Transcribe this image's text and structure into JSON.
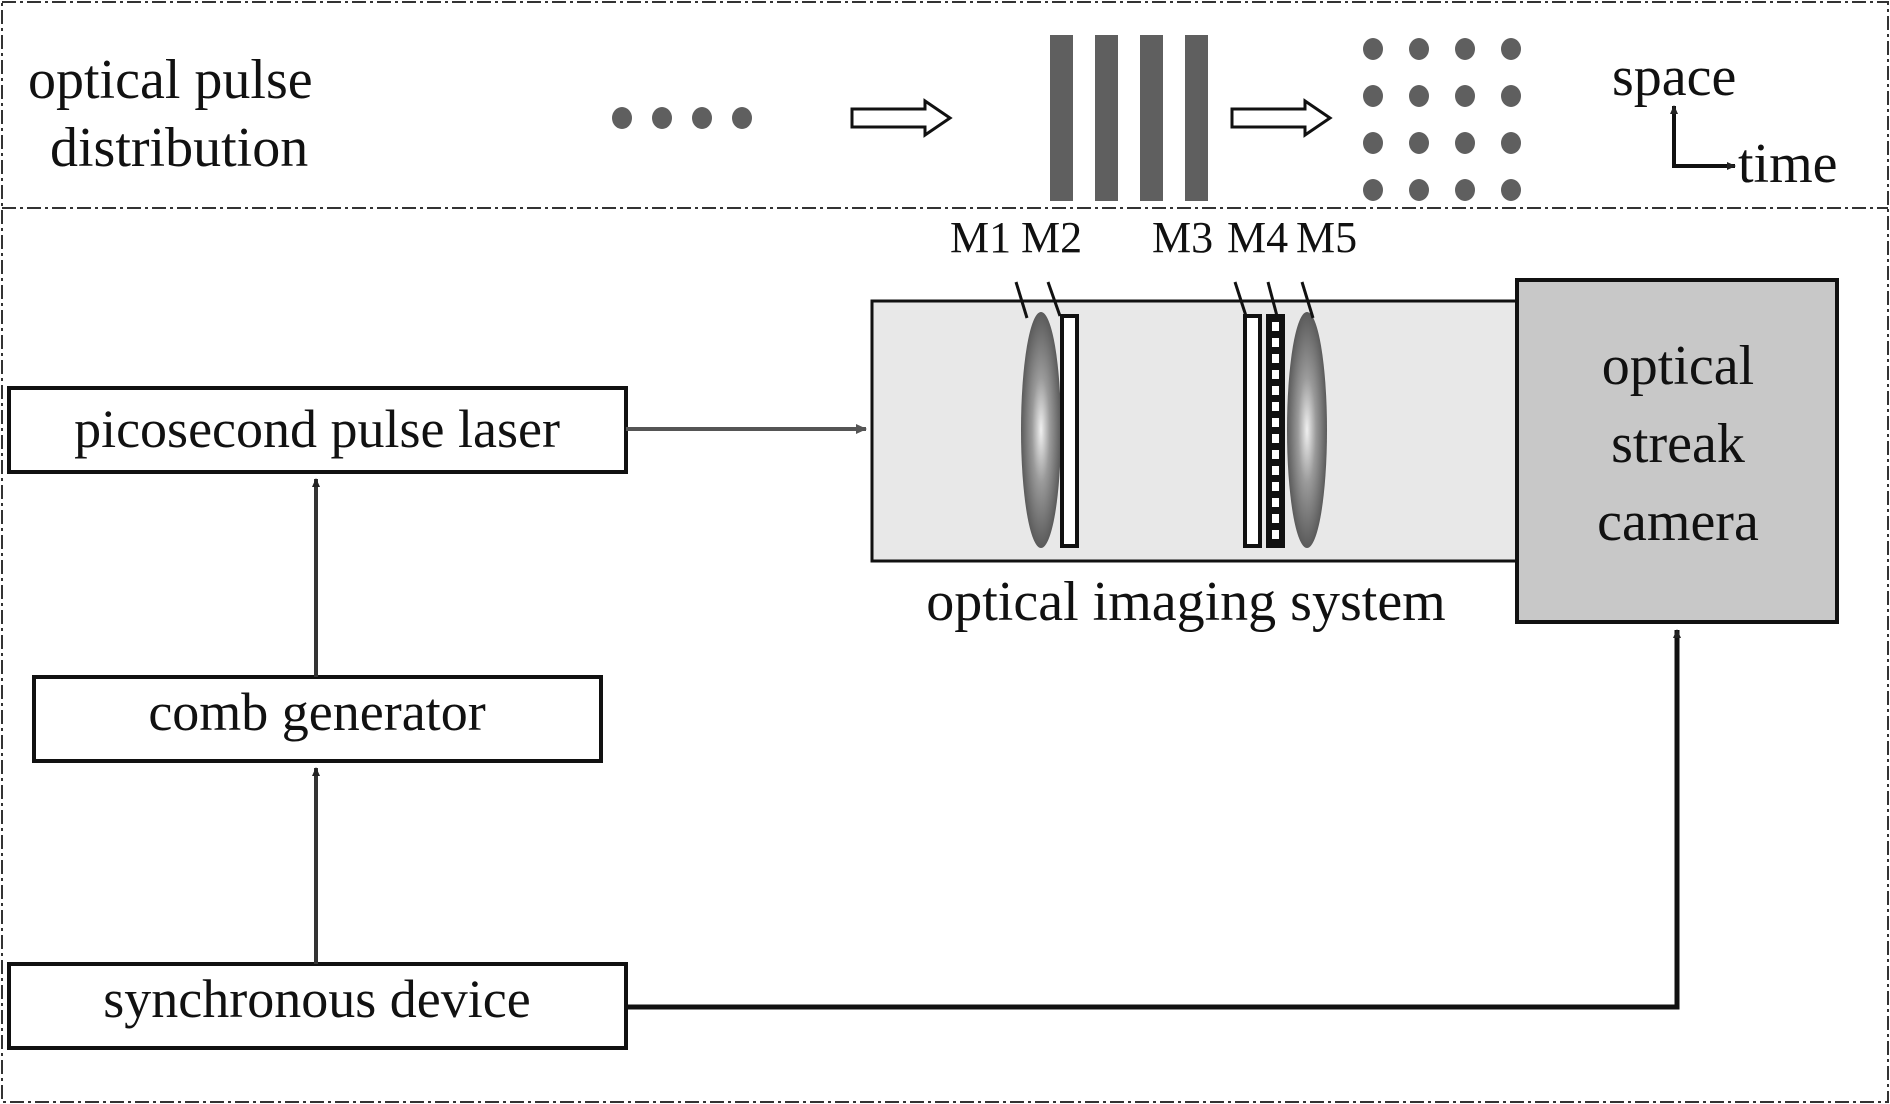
{
  "top_band": {
    "title_line1": "optical pulse",
    "title_line2": "distribution",
    "stages": [
      "pulse-train",
      "stripes",
      "dot-grid"
    ],
    "axis_y_label": "space",
    "axis_x_label": "time",
    "pulse_train_count": 4,
    "stripe_count": 4,
    "grid_rows": 4,
    "grid_cols": 4
  },
  "blocks": {
    "laser": "picosecond pulse laser",
    "comb": "comb generator",
    "sync": "synchronous device",
    "imaging_caption": "optical imaging system",
    "camera_line1": "optical",
    "camera_line2": "streak",
    "camera_line3": "camera"
  },
  "components": {
    "m1": "M1",
    "m2": "M2",
    "m3": "M3",
    "m4": "M4",
    "m5": "M5"
  },
  "colors": {
    "dot": "#5f5f5f",
    "imaging_fill": "#e8e8e8",
    "camera_fill": "#c8c8c8",
    "line": "#222222"
  }
}
